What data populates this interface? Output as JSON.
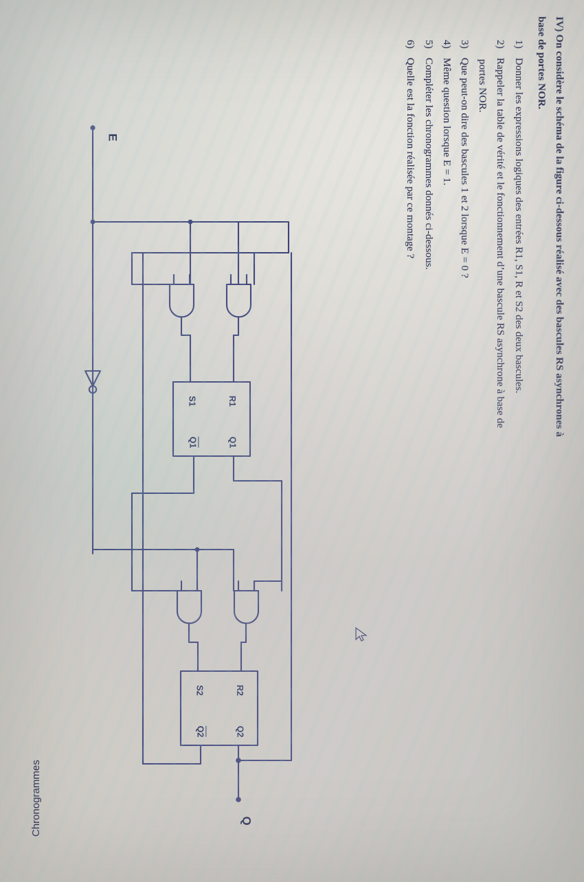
{
  "document": {
    "exercise_number": "IV)",
    "intro": [
      "On considère le schéma de la figure ci-dessous réalisé avec des bascules RS asynchrones à",
      "base de portes NOR."
    ],
    "questions": [
      {
        "number": "1)",
        "text": "Donner les expressions logiques des entrées R1, S1, R et S2 des deux bascules."
      },
      {
        "number": "2)",
        "text": "Rappeler la table de vérité et le fonctionnement d’une bascule RS asynchrone à base de",
        "cont": "portes NOR."
      },
      {
        "number": "3)",
        "text": "Que peut-on dire des bascules 1 et 2 lorsque E = 0 ?"
      },
      {
        "number": "4)",
        "text": "Même question lorsque E = 1."
      },
      {
        "number": "5)",
        "text": "Compléter les chronogrammes donnés ci-dessous."
      },
      {
        "number": "6)",
        "text": "Quelle est la fonction réalisée par ce montage ?"
      }
    ],
    "chronogrammes_label": "Chronogrammes"
  },
  "circuit": {
    "input_label": "E",
    "output_label": "Q",
    "flipflop1": {
      "in_s": "S1",
      "in_r": "R1",
      "out_qbar": "Q1",
      "out_q": "Q1"
    },
    "flipflop2": {
      "in_s": "S2",
      "in_r": "R2",
      "out_qbar": "Q2",
      "out_q": "Q2"
    },
    "ink_color": "#3a4279",
    "gate_count": 4,
    "inverter_count": 1
  }
}
